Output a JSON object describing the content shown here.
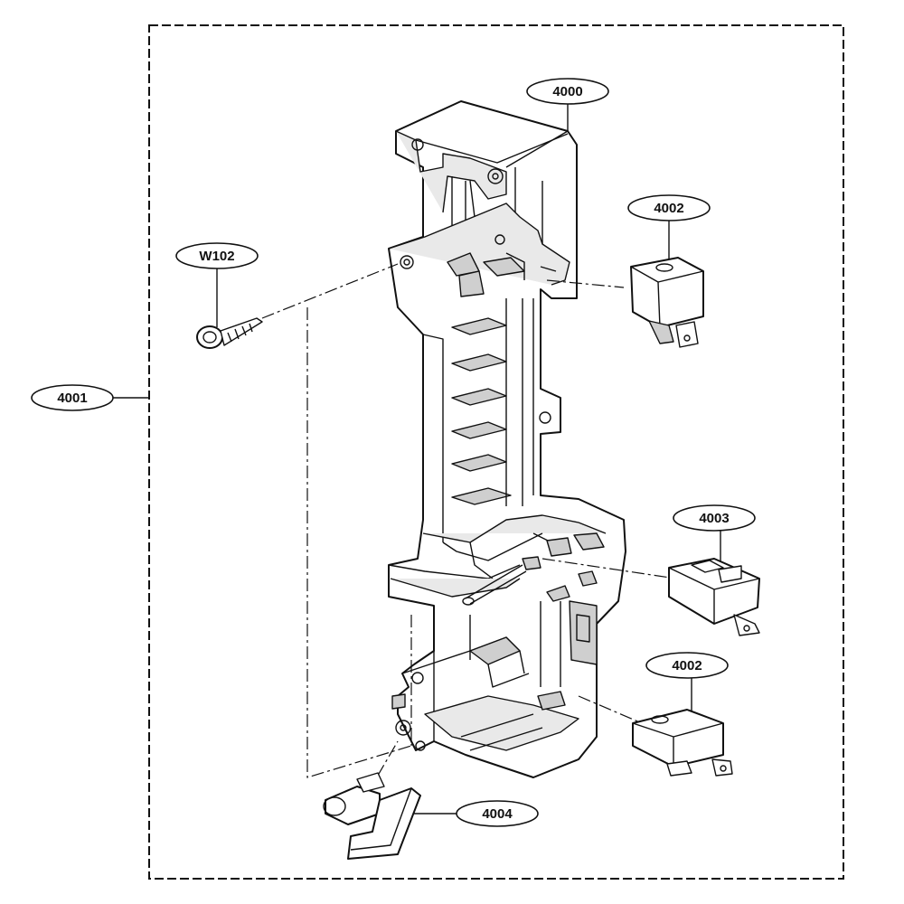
{
  "callouts": {
    "part_4000": "4000",
    "part_4001": "4001",
    "part_4002_top": "4002",
    "part_4002_bottom": "4002",
    "part_4003": "4003",
    "part_4004": "4004",
    "part_w102": "W102"
  }
}
